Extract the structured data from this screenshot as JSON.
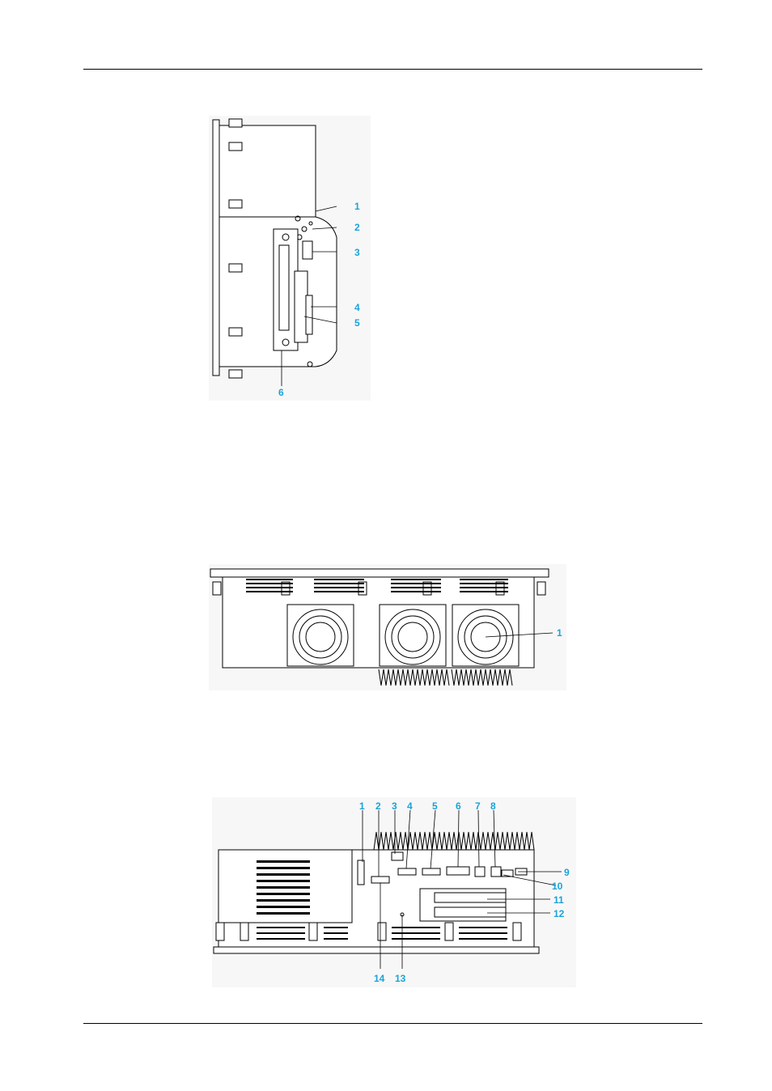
{
  "figures": [
    {
      "view": "side",
      "callouts": [
        "1",
        "2",
        "3",
        "4",
        "5",
        "6"
      ]
    },
    {
      "view": "top",
      "callouts": [
        "1"
      ]
    },
    {
      "view": "bottom",
      "callouts": [
        "1",
        "2",
        "3",
        "4",
        "5",
        "6",
        "7",
        "8",
        "9",
        "10",
        "11",
        "12",
        "13",
        "14"
      ]
    }
  ],
  "colors": {
    "callout": "#1aa3d9",
    "line": "#000000",
    "background_shade": "#f4f4f4"
  }
}
